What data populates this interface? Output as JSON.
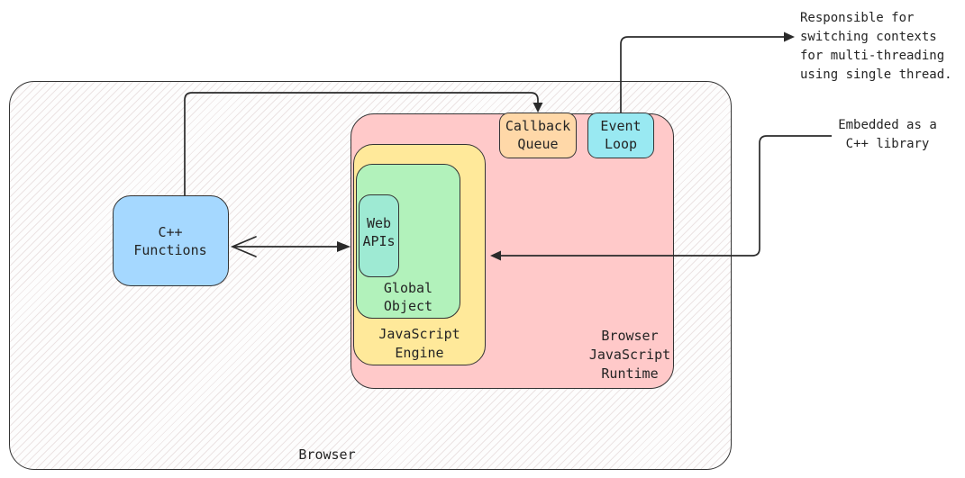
{
  "diagram": {
    "containers": {
      "browser": {
        "label": "Browser",
        "fill_pattern": "diagonal-hatch",
        "fill": "#fdfdfd"
      },
      "runtime": {
        "label": "Browser\nJavaScript\nRuntime",
        "fill": "#ffc9c9"
      },
      "engine": {
        "label": "JavaScript\nEngine",
        "fill": "#ffe99a"
      },
      "global_object": {
        "label": "Global\nObject",
        "fill": "#b2f2bb"
      },
      "web_apis": {
        "label": "Web\nAPIs",
        "fill": "#9eead3"
      }
    },
    "nodes": {
      "cpp_functions": {
        "label": "C++\nFunctions",
        "fill": "#a5d8ff"
      },
      "callback_queue": {
        "label": "Callback\nQueue",
        "fill": "#ffd8a8"
      },
      "event_loop": {
        "label": "Event\nLoop",
        "fill": "#99e9f2"
      }
    },
    "annotations": {
      "event_loop_note": "Responsible for\nswitching contexts\nfor multi-threading\nusing single thread.",
      "embedded_note": "Embedded as a\nC++ library"
    },
    "arrows": [
      {
        "from": "cpp_functions",
        "to": "callback_queue",
        "style": "solid-head"
      },
      {
        "from": "event_loop",
        "to": "event_loop_note",
        "style": "solid-head"
      },
      {
        "from": "embedded_note",
        "to": "engine",
        "style": "solid-head"
      },
      {
        "from": "cpp_functions",
        "to": "engine",
        "style": "bidirectional"
      }
    ],
    "stroke_color": "#2a2a2a",
    "text_color": "#242424"
  }
}
